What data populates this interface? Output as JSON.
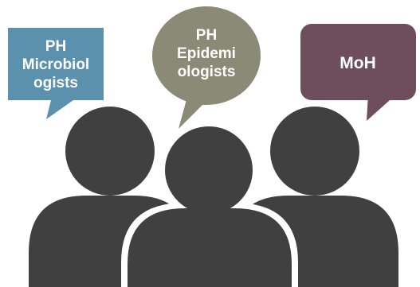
{
  "bubbles": {
    "left": {
      "lines": [
        "PH",
        "Microbiol",
        "ogists"
      ],
      "color": "#5b91ad"
    },
    "center": {
      "lines": [
        "PH",
        "Epidemi",
        "ologists"
      ],
      "color": "#8b8a77"
    },
    "right": {
      "lines": [
        "MoH"
      ],
      "color": "#6e4e5d"
    }
  },
  "people": {
    "color": "#404040",
    "count": 3
  }
}
